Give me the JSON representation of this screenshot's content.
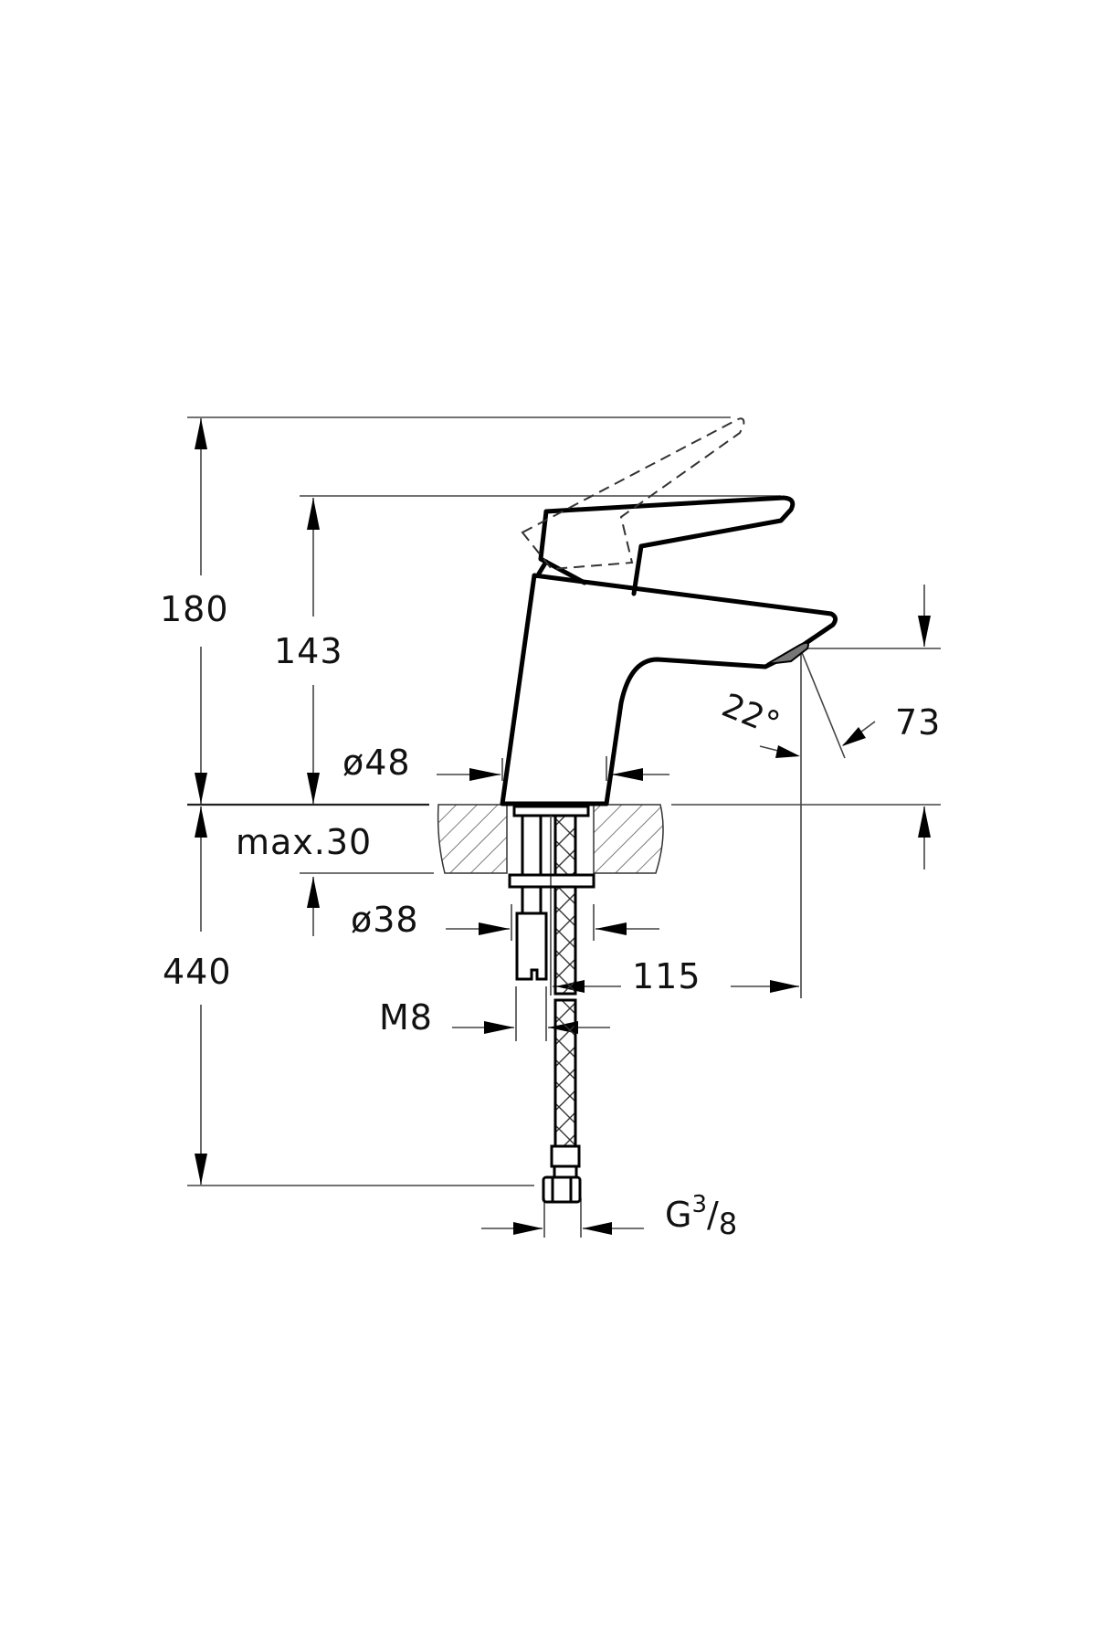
{
  "drawing": {
    "subject": "single-lever basin mixer technical dimension drawing",
    "line_color": "#000000",
    "background": "#ffffff"
  },
  "dimensions": {
    "total_height": "180",
    "spout_top_height": "143",
    "spout_outlet_height": "73",
    "spout_angle": "22°",
    "body_diameter": "ø48",
    "max_counter_thickness": "max.30",
    "mounting_hole_diameter": "ø38",
    "spout_projection": "115",
    "threaded_rod": "M8",
    "hose_length": "440",
    "connection_thread": {
      "prefix": "G",
      "numerator": "3",
      "denominator": "8"
    }
  }
}
